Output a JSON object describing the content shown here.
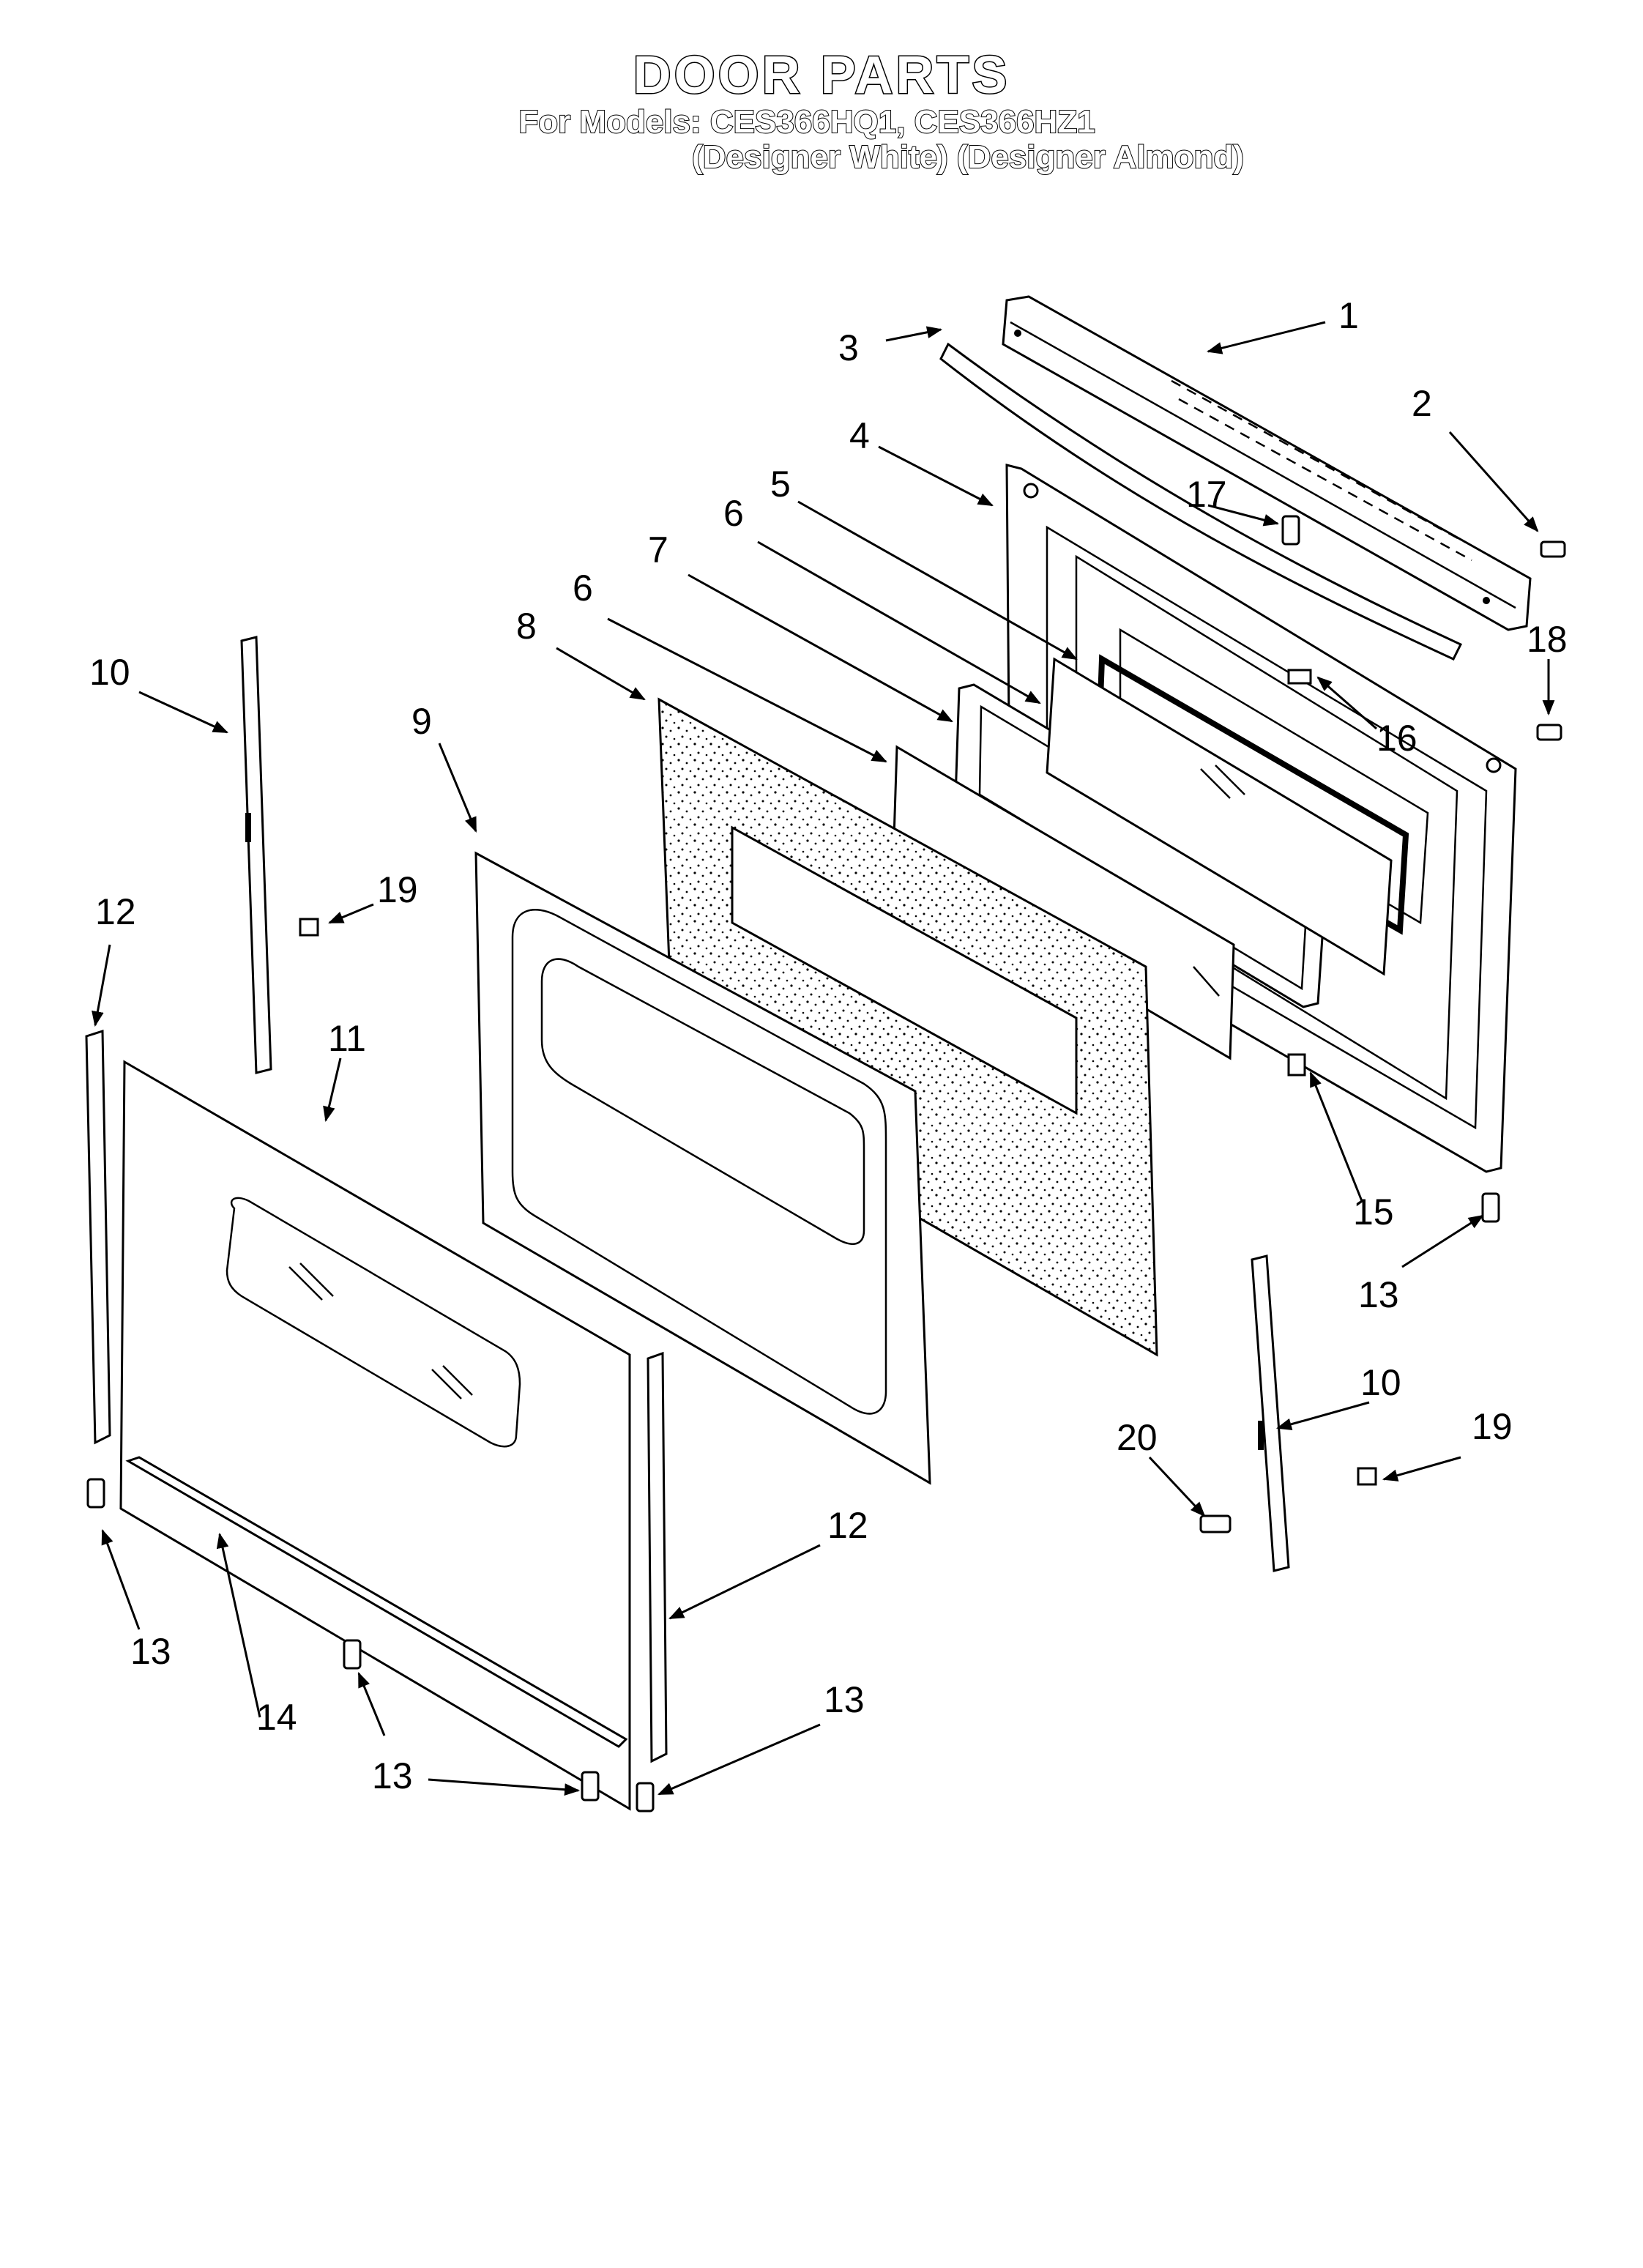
{
  "header": {
    "title": "DOOR PARTS",
    "models": "For Models: CES366HQ1, CES366HZ1",
    "variants": "(Designer White) (Designer Almond)"
  },
  "callouts": {
    "n1": "1",
    "n2": "2",
    "n3": "3",
    "n4": "4",
    "n5": "5",
    "n6a": "6",
    "n6b": "6",
    "n7": "7",
    "n8": "8",
    "n9": "9",
    "n10a": "10",
    "n10b": "10",
    "n11": "11",
    "n12a": "12",
    "n12b": "12",
    "n13a": "13",
    "n13b": "13",
    "n13c": "13",
    "n13d": "13",
    "n14": "14",
    "n15": "15",
    "n16": "16",
    "n17": "17",
    "n18": "18",
    "n19a": "19",
    "n19b": "19",
    "n20": "20"
  },
  "colors": {
    "line": "#000000",
    "background": "#ffffff"
  }
}
